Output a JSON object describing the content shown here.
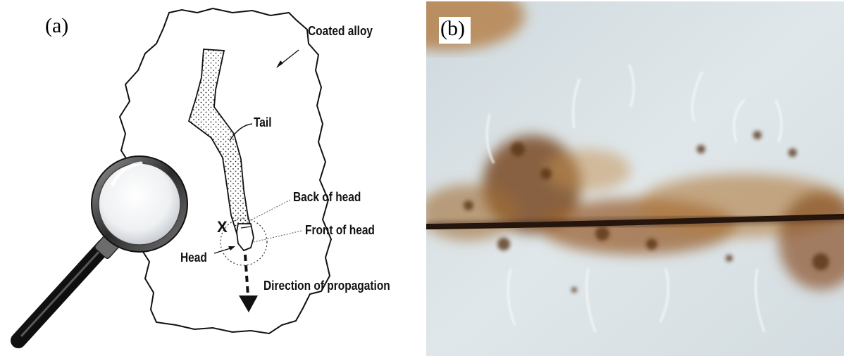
{
  "panels": {
    "a": {
      "tag": "(a)",
      "labels": {
        "coated_alloy": "Coated alloy",
        "tail": "Tail",
        "back_of_head": "Back of head",
        "front_of_head": "Front of head",
        "head": "Head",
        "direction": "Direction of propagation",
        "x_mark": "X"
      },
      "icons": [
        "magnifying-glass-icon"
      ]
    },
    "b": {
      "tag": "(b)",
      "photo_colors": {
        "coating": "#d9e2e6",
        "corrosion": "#7a4a24",
        "scribe": "#1a0f08"
      }
    }
  }
}
